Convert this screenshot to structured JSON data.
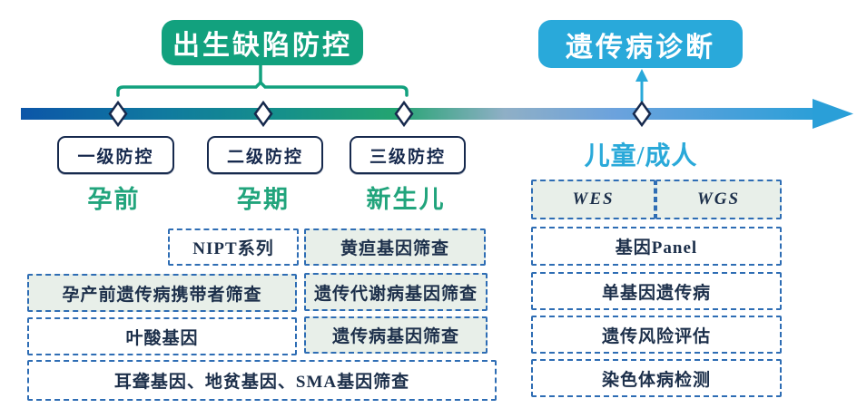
{
  "header": {
    "left_title": "出生缺陷防控",
    "right_title": "遗传病诊断"
  },
  "timeline": {
    "level_labels": [
      "一级防控",
      "二级防控",
      "三级防控"
    ],
    "stage_labels": [
      "孕前",
      "孕期",
      "新生儿"
    ],
    "right_stage_label": "儿童/成人"
  },
  "prevention_boxes": {
    "nipt": "NIPT系列",
    "carrier_screen": "孕产前遗传病携带者筛查",
    "folate_gene": "叶酸基因",
    "combined_screen": "耳聋基因、地贫基因、SMA基因筛查",
    "jaundice_screen": "黄疸基因筛查",
    "metabolic_screen": "遗传代谢病基因筛查",
    "genetic_screen": "遗传病基因筛查"
  },
  "diagnosis_boxes": {
    "wes": "WES",
    "wgs": "WGS",
    "gene_panel": "基因Panel",
    "monogenic": "单基因遗传病",
    "risk_assessment": "遗传风险评估",
    "chromosome": "染色体病检测"
  },
  "colors": {
    "green_accent": "#12A17E",
    "blue_accent": "#29A9DA",
    "stage_green": "#21A47C",
    "dashed_border": "#2E6DB4",
    "light_box_fill": "#E8EFE9",
    "dark_text": "#1C2F4A",
    "timeline_start": "#0C56A8",
    "timeline_mid_green": "#23A471",
    "timeline_end": "#2C9FD8"
  }
}
